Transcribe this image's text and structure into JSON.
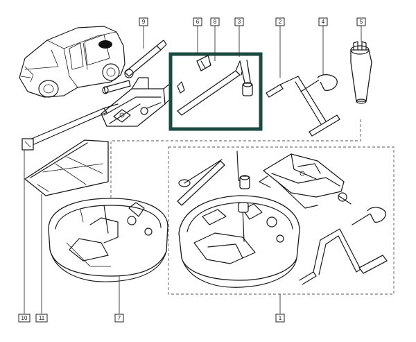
{
  "diagram": {
    "highlight_color": "#1b4a40",
    "callouts": [
      {
        "id": "c9",
        "label": "9"
      },
      {
        "id": "c6",
        "label": "6"
      },
      {
        "id": "c8",
        "label": "8"
      },
      {
        "id": "c3",
        "label": "3"
      },
      {
        "id": "c2",
        "label": "2"
      },
      {
        "id": "c4",
        "label": "4"
      },
      {
        "id": "c5",
        "label": "5"
      },
      {
        "id": "c10",
        "label": "10"
      },
      {
        "id": "c11",
        "label": "11"
      },
      {
        "id": "c7",
        "label": "7"
      },
      {
        "id": "c1",
        "label": "1"
      }
    ]
  }
}
